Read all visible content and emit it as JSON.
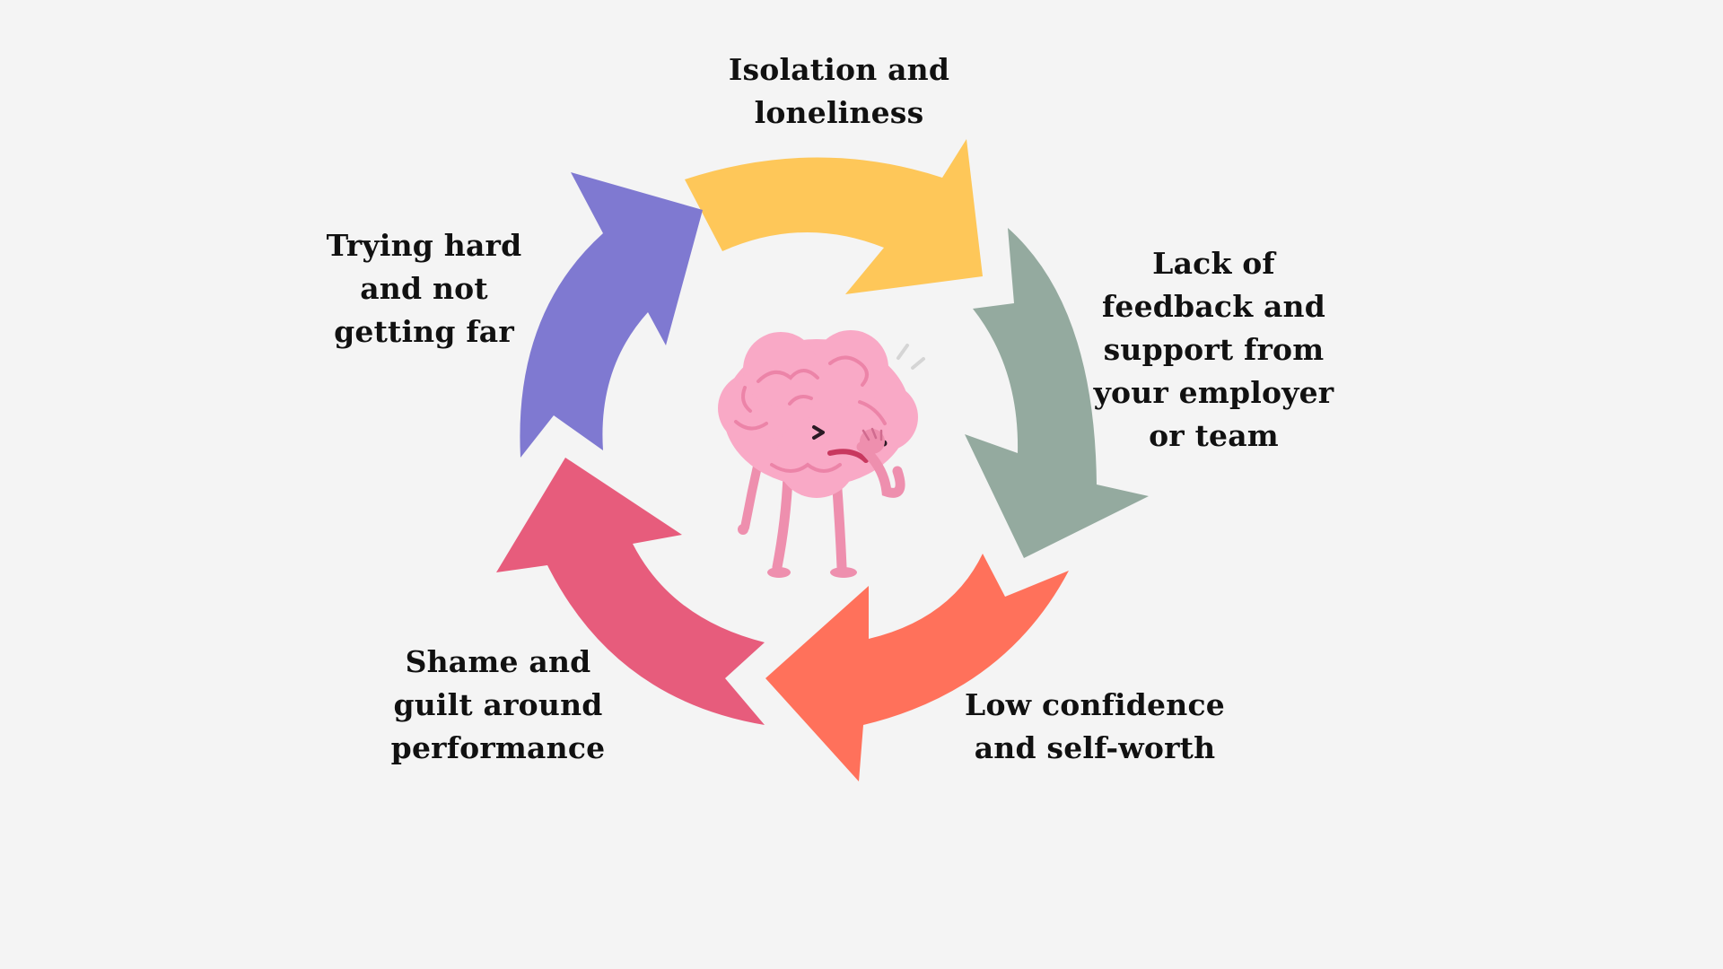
{
  "diagram": {
    "type": "cycle",
    "steps": [
      {
        "label": "Isolation and\nloneliness",
        "color": "#fec759"
      },
      {
        "label": "Lack of\nfeedback and\nsupport from\nyour employer\nor team",
        "color": "#94aa9f"
      },
      {
        "label": "Low confidence\nand self-worth",
        "color": "#ff715b"
      },
      {
        "label": "Shame  and\nguilt around\nperformance",
        "color": "#e75c7c"
      },
      {
        "label": "Trying hard\nand not\ngetting far",
        "color": "#7f79d1"
      }
    ],
    "center_image": "sad-brain-character-facepalm",
    "background": "#f4f4f4"
  }
}
